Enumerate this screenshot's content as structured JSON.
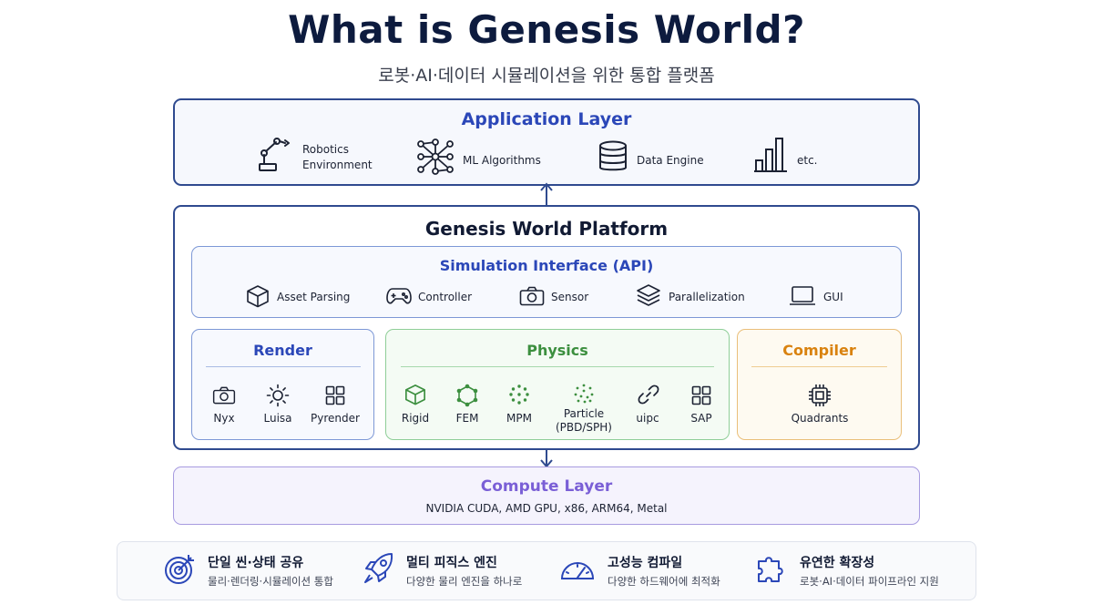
{
  "title": "What is Genesis World?",
  "subtitle": "로봇·AI·데이터 시뮬레이션을 위한 통합 플랫폼",
  "application_layer": {
    "heading": "Application Layer",
    "items": [
      {
        "label_line1": "Robotics",
        "label_line2": "Environment",
        "icon": "robot-arm-icon"
      },
      {
        "label": "ML Algorithms",
        "icon": "neural-network-icon"
      },
      {
        "label": "Data Engine",
        "icon": "database-icon"
      },
      {
        "label": "etc.",
        "icon": "bar-chart-icon"
      }
    ]
  },
  "platform": {
    "heading": "Genesis World Platform",
    "simulation_interface": {
      "heading": "Simulation Interface (API)",
      "items": [
        {
          "label": "Asset Parsing",
          "icon": "cube-icon"
        },
        {
          "label": "Controller",
          "icon": "gamepad-icon"
        },
        {
          "label": "Sensor",
          "icon": "camera-icon"
        },
        {
          "label": "Parallelization",
          "icon": "layers-icon"
        },
        {
          "label": "GUI",
          "icon": "laptop-icon"
        }
      ]
    },
    "render": {
      "heading": "Render",
      "items": [
        {
          "label": "Nyx",
          "icon": "camera-icon"
        },
        {
          "label": "Luisa",
          "icon": "sun-icon"
        },
        {
          "label": "Pyrender",
          "icon": "grid-icon"
        }
      ]
    },
    "physics": {
      "heading": "Physics",
      "items": [
        {
          "label": "Rigid",
          "icon": "cube-icon"
        },
        {
          "label": "FEM",
          "icon": "mesh-icon"
        },
        {
          "label": "MPM",
          "icon": "dots-icon"
        },
        {
          "label_line1": "Particle",
          "label_line2": "(PBD/SPH)",
          "icon": "particles-icon"
        },
        {
          "label": "uipc",
          "icon": "link-icon"
        },
        {
          "label": "SAP",
          "icon": "grid-icon"
        }
      ]
    },
    "compiler": {
      "heading": "Compiler",
      "items": [
        {
          "label": "Quadrants",
          "icon": "chip-icon"
        }
      ]
    }
  },
  "compute_layer": {
    "heading": "Compute Layer",
    "description": "NVIDIA CUDA, AMD GPU, x86, ARM64, Metal"
  },
  "features": [
    {
      "title": "단일 씬·상태 공유",
      "subtitle": "물리·렌더링·시뮬레이션 통합",
      "icon": "target-icon"
    },
    {
      "title": "멀티 피직스 엔진",
      "subtitle": "다양한 물리 엔진을 하나로",
      "icon": "rocket-icon"
    },
    {
      "title": "고성능 컴파일",
      "subtitle": "다양한 하드웨어에 최적화",
      "icon": "speedometer-icon"
    },
    {
      "title": "유연한 확장성",
      "subtitle": "로봇·AI·데이터 파이프라인 지원",
      "icon": "puzzle-icon"
    }
  ],
  "colors": {
    "navy": "#2f4a8f",
    "heading_blue": "#2b47b8",
    "physics_green": "#3c8f3f",
    "compiler_orange": "#d9820f",
    "compute_purple": "#7a5fd6"
  }
}
